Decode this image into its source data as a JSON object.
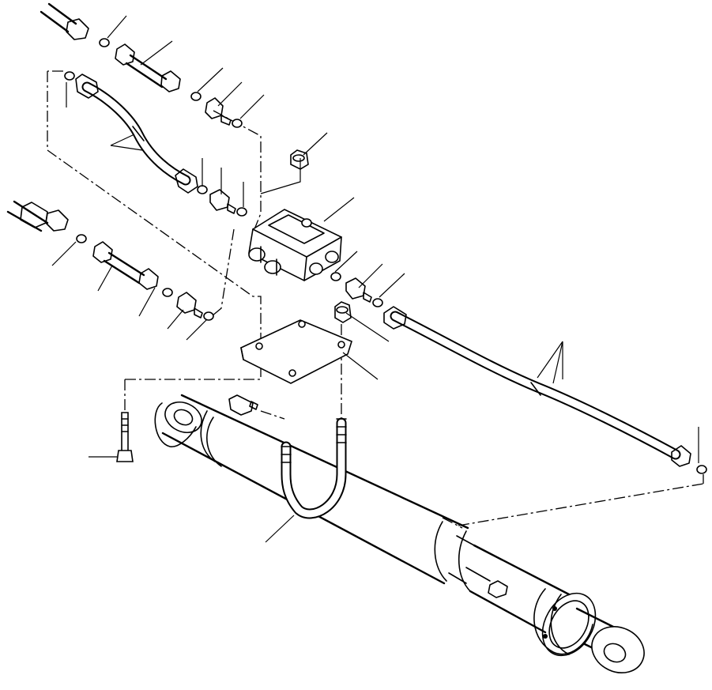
{
  "diagram": {
    "type": "exploded-parts-view",
    "callout_labels": [],
    "parts": [
      "hydraulic-cylinder",
      "block-valve",
      "hose-upper-left",
      "hose-right",
      "tube-upper",
      "tube-lower",
      "mounting-plate",
      "u-bolt",
      "bolt",
      "nut",
      "adapter",
      "o-ring"
    ]
  }
}
